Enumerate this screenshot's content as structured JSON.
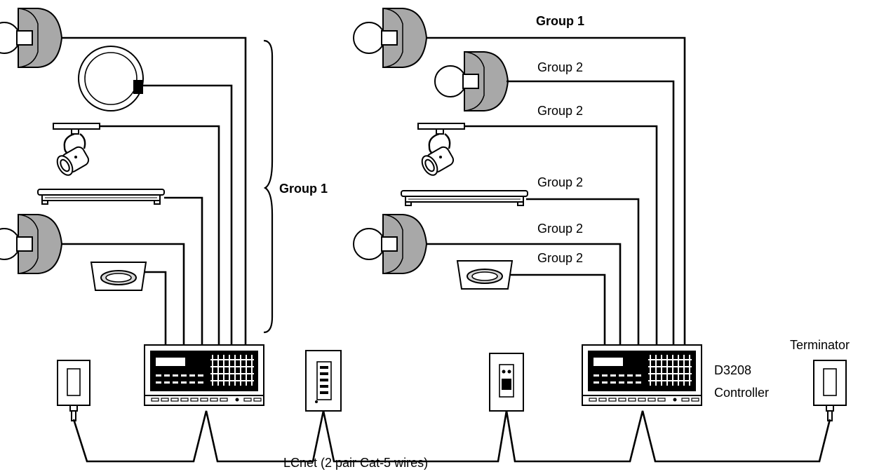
{
  "labels": {
    "group1_brace": "Group 1",
    "right_group1": "Group 1",
    "right_group2_a": "Group 2",
    "right_group2_b": "Group 2",
    "right_group2_c": "Group 2",
    "right_group2_d": "Group 2",
    "right_group2_e": "Group 2",
    "controller_line1": "D3208",
    "controller_line2": "Controller",
    "terminator": "Terminator",
    "network": "LCnet (2 pair Cat-5 wires)"
  }
}
